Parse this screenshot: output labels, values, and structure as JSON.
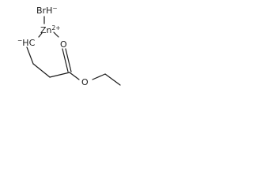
{
  "molecule": {
    "atoms": {
      "bromine": {
        "symbol": "Br",
        "hydrogen": "H",
        "charge": "−"
      },
      "zinc": {
        "symbol": "Zn",
        "charge": "2+"
      },
      "carbanion": {
        "charge": "−",
        "symbol": "HC"
      },
      "carbonyl_oxygen": {
        "symbol": "O"
      },
      "ether_oxygen": {
        "symbol": "O"
      }
    }
  }
}
